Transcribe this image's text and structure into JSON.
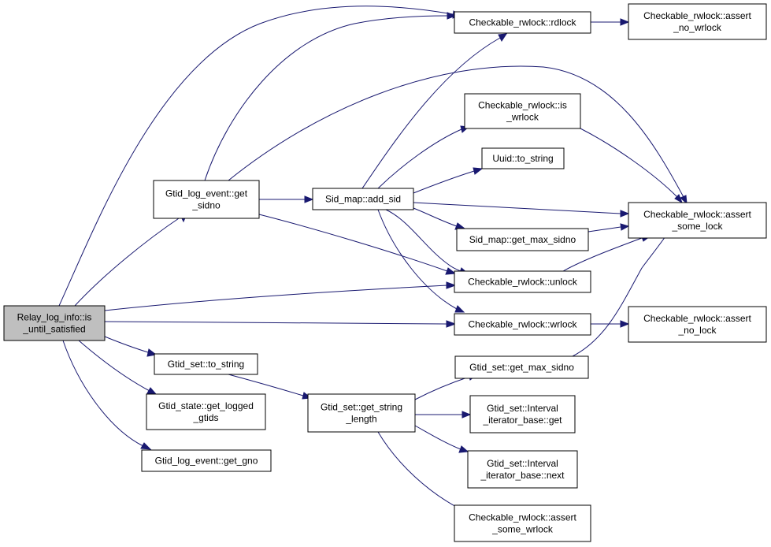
{
  "diagram": {
    "nodes": {
      "relay_log_info_is_until_satisfied": [
        "Relay_log_info::is",
        "_until_satisfied"
      ],
      "gtid_log_event_get_sidno": [
        "Gtid_log_event::get",
        "_sidno"
      ],
      "gtid_set_to_string": [
        "Gtid_set::to_string"
      ],
      "gtid_state_get_logged_gtids": [
        "Gtid_state::get_logged",
        "_gtids"
      ],
      "gtid_log_event_get_gno": [
        "Gtid_log_event::get_gno"
      ],
      "sid_map_add_sid": [
        "Sid_map::add_sid"
      ],
      "gtid_set_get_string_length": [
        "Gtid_set::get_string",
        "_length"
      ],
      "checkable_rwlock_rdlock": [
        "Checkable_rwlock::rdlock"
      ],
      "checkable_rwlock_is_wrlock": [
        "Checkable_rwlock::is",
        "_wrlock"
      ],
      "uuid_to_string": [
        "Uuid::to_string"
      ],
      "sid_map_get_max_sidno": [
        "Sid_map::get_max_sidno"
      ],
      "checkable_rwlock_unlock": [
        "Checkable_rwlock::unlock"
      ],
      "checkable_rwlock_wrlock": [
        "Checkable_rwlock::wrlock"
      ],
      "gtid_set_get_max_sidno": [
        "Gtid_set::get_max_sidno"
      ],
      "gtid_set_interval_iterator_base_get": [
        "Gtid_set::Interval",
        "_iterator_base::get"
      ],
      "gtid_set_interval_iterator_base_next": [
        "Gtid_set::Interval",
        "_iterator_base::next"
      ],
      "checkable_rwlock_assert_some_wrlock": [
        "Checkable_rwlock::assert",
        "_some_wrlock"
      ],
      "checkable_rwlock_assert_no_wrlock": [
        "Checkable_rwlock::assert",
        "_no_wrlock"
      ],
      "checkable_rwlock_assert_some_lock": [
        "Checkable_rwlock::assert",
        "_some_lock"
      ],
      "checkable_rwlock_assert_no_lock": [
        "Checkable_rwlock::assert",
        "_no_lock"
      ]
    },
    "edges": [
      [
        "relay_log_info_is_until_satisfied",
        "checkable_rwlock_rdlock"
      ],
      [
        "relay_log_info_is_until_satisfied",
        "gtid_log_event_get_sidno"
      ],
      [
        "relay_log_info_is_until_satisfied",
        "checkable_rwlock_unlock"
      ],
      [
        "relay_log_info_is_until_satisfied",
        "checkable_rwlock_wrlock"
      ],
      [
        "relay_log_info_is_until_satisfied",
        "gtid_set_to_string"
      ],
      [
        "relay_log_info_is_until_satisfied",
        "gtid_state_get_logged_gtids"
      ],
      [
        "relay_log_info_is_until_satisfied",
        "gtid_log_event_get_gno"
      ],
      [
        "gtid_log_event_get_sidno",
        "checkable_rwlock_rdlock"
      ],
      [
        "gtid_log_event_get_sidno",
        "checkable_rwlock_assert_some_lock"
      ],
      [
        "gtid_log_event_get_sidno",
        "sid_map_add_sid"
      ],
      [
        "gtid_log_event_get_sidno",
        "checkable_rwlock_unlock"
      ],
      [
        "sid_map_add_sid",
        "checkable_rwlock_rdlock"
      ],
      [
        "sid_map_add_sid",
        "checkable_rwlock_is_wrlock"
      ],
      [
        "sid_map_add_sid",
        "uuid_to_string"
      ],
      [
        "sid_map_add_sid",
        "checkable_rwlock_assert_some_lock"
      ],
      [
        "sid_map_add_sid",
        "sid_map_get_max_sidno"
      ],
      [
        "sid_map_add_sid",
        "checkable_rwlock_unlock"
      ],
      [
        "sid_map_add_sid",
        "checkable_rwlock_wrlock"
      ],
      [
        "checkable_rwlock_rdlock",
        "checkable_rwlock_assert_no_wrlock"
      ],
      [
        "checkable_rwlock_is_wrlock",
        "checkable_rwlock_assert_some_lock"
      ],
      [
        "sid_map_get_max_sidno",
        "checkable_rwlock_assert_some_lock"
      ],
      [
        "checkable_rwlock_unlock",
        "checkable_rwlock_assert_some_lock"
      ],
      [
        "checkable_rwlock_wrlock",
        "checkable_rwlock_assert_no_lock"
      ],
      [
        "gtid_set_get_max_sidno",
        "checkable_rwlock_assert_some_lock"
      ],
      [
        "gtid_set_to_string",
        "gtid_set_get_string_length"
      ],
      [
        "gtid_set_get_string_length",
        "gtid_set_get_max_sidno"
      ],
      [
        "gtid_set_get_string_length",
        "gtid_set_interval_iterator_base_get"
      ],
      [
        "gtid_set_get_string_length",
        "gtid_set_interval_iterator_base_next"
      ],
      [
        "gtid_set_get_string_length",
        "checkable_rwlock_assert_some_wrlock"
      ]
    ],
    "colors": {
      "edge": "#191970",
      "node_border": "#000000",
      "node_fill": "#ffffff",
      "root_fill": "#bfbfbf"
    }
  }
}
